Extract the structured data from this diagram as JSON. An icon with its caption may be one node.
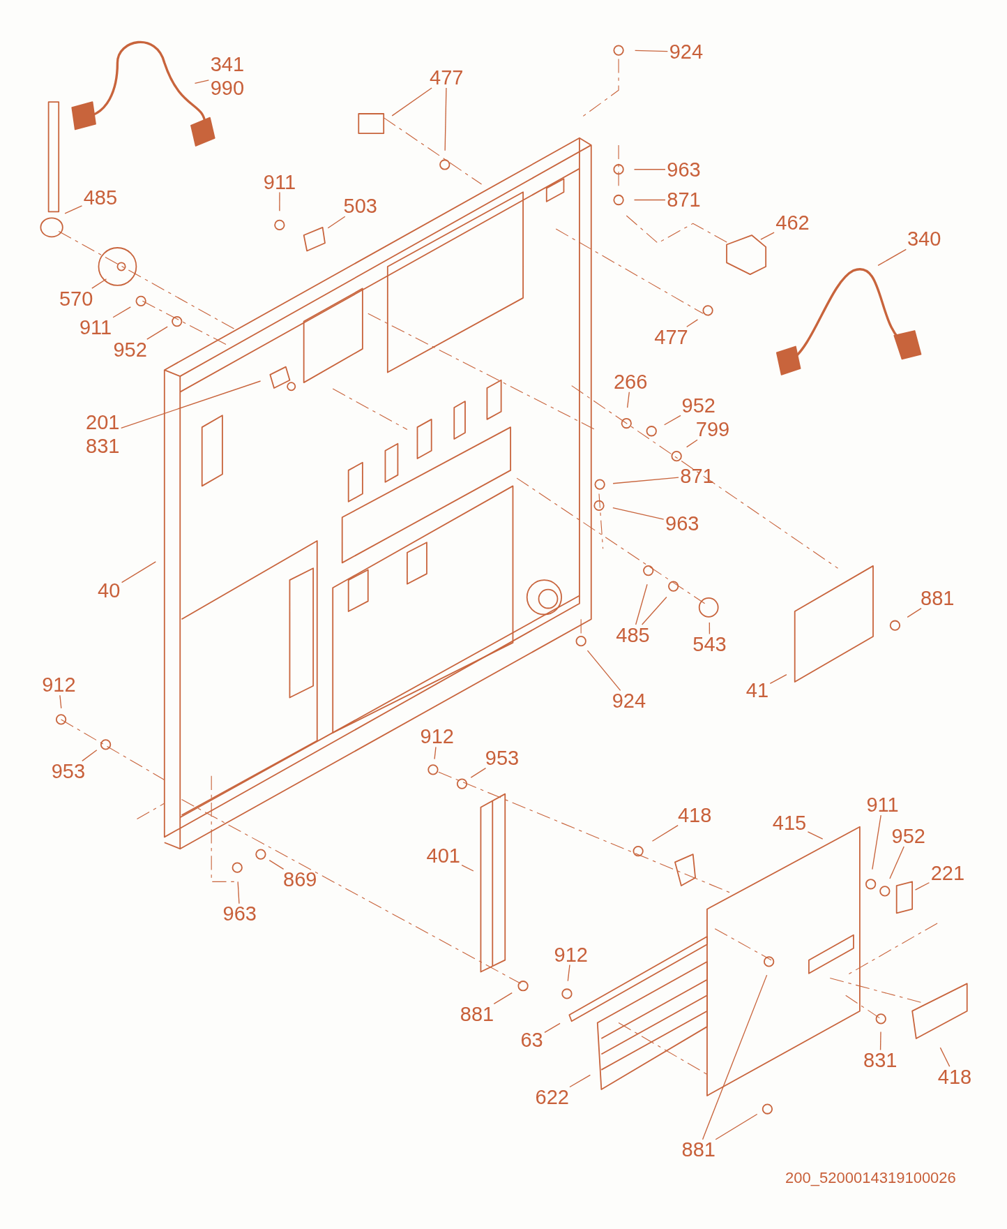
{
  "diagram": {
    "nodes": [
      {
        "text": [
          "341",
          "990"
        ]
      },
      {
        "text": [
          "924"
        ]
      },
      {
        "text": [
          "477"
        ]
      },
      {
        "text": [
          "911"
        ]
      },
      {
        "text": [
          "503"
        ]
      },
      {
        "text": [
          "485"
        ]
      },
      {
        "text": [
          "963"
        ]
      },
      {
        "text": [
          "871"
        ]
      },
      {
        "text": [
          "462"
        ]
      },
      {
        "text": [
          "340"
        ]
      },
      {
        "text": [
          "570"
        ]
      },
      {
        "text": [
          "911"
        ]
      },
      {
        "text": [
          "952"
        ]
      },
      {
        "text": [
          "477"
        ]
      },
      {
        "text": [
          "266"
        ]
      },
      {
        "text": [
          "952"
        ]
      },
      {
        "text": [
          "201",
          "831"
        ]
      },
      {
        "text": [
          "799"
        ]
      },
      {
        "text": [
          "871"
        ]
      },
      {
        "text": [
          "963"
        ]
      },
      {
        "text": [
          "40"
        ]
      },
      {
        "text": [
          "881"
        ]
      },
      {
        "text": [
          "485"
        ]
      },
      {
        "text": [
          "543"
        ]
      },
      {
        "text": [
          "41"
        ]
      },
      {
        "text": [
          "924"
        ]
      },
      {
        "text": [
          "912"
        ]
      },
      {
        "text": [
          "953"
        ]
      },
      {
        "text": [
          "912"
        ]
      },
      {
        "text": [
          "953"
        ]
      },
      {
        "text": [
          "418"
        ]
      },
      {
        "text": [
          "415"
        ]
      },
      {
        "text": [
          "911"
        ]
      },
      {
        "text": [
          "952"
        ]
      },
      {
        "text": [
          "221"
        ]
      },
      {
        "text": [
          "401"
        ]
      },
      {
        "text": [
          "869"
        ]
      },
      {
        "text": [
          "963"
        ]
      },
      {
        "text": [
          "912"
        ]
      },
      {
        "text": [
          "881"
        ]
      },
      {
        "text": [
          "63"
        ]
      },
      {
        "text": [
          "831"
        ]
      },
      {
        "text": [
          "418"
        ]
      },
      {
        "text": [
          "622"
        ]
      },
      {
        "text": [
          "881"
        ]
      }
    ],
    "edges": [
      {
        "from": 0,
        "to": null,
        "arrow": "none"
      },
      {
        "from": 1,
        "to": null,
        "arrow": "none"
      },
      {
        "from": 2,
        "to": null,
        "arrow": "none"
      },
      {
        "from": 2,
        "to": null,
        "arrow": "none"
      },
      {
        "from": 3,
        "to": null,
        "arrow": "none"
      },
      {
        "from": 4,
        "to": null,
        "arrow": "none"
      },
      {
        "from": 5,
        "to": null,
        "arrow": "none"
      },
      {
        "from": 6,
        "to": null,
        "arrow": "none"
      },
      {
        "from": 7,
        "to": null,
        "arrow": "none"
      },
      {
        "from": 8,
        "to": null,
        "arrow": "none"
      },
      {
        "from": 9,
        "to": null,
        "arrow": "none"
      },
      {
        "from": 10,
        "to": null,
        "arrow": "none"
      },
      {
        "from": 11,
        "to": null,
        "arrow": "none"
      },
      {
        "from": 12,
        "to": null,
        "arrow": "none"
      },
      {
        "from": 13,
        "to": null,
        "arrow": "none"
      },
      {
        "from": 14,
        "to": null,
        "arrow": "none"
      },
      {
        "from": 15,
        "to": null,
        "arrow": "none"
      },
      {
        "from": 16,
        "to": null,
        "arrow": "none"
      },
      {
        "from": 17,
        "to": null,
        "arrow": "none"
      },
      {
        "from": 18,
        "to": null,
        "arrow": "none"
      },
      {
        "from": 19,
        "to": null,
        "arrow": "none"
      },
      {
        "from": 20,
        "to": null,
        "arrow": "none"
      },
      {
        "from": 21,
        "to": null,
        "arrow": "none"
      },
      {
        "from": 22,
        "to": null,
        "arrow": "none"
      },
      {
        "from": 22,
        "to": null,
        "arrow": "none"
      },
      {
        "from": 23,
        "to": null,
        "arrow": "none"
      },
      {
        "from": 24,
        "to": null,
        "arrow": "none"
      },
      {
        "from": 25,
        "to": null,
        "arrow": "none"
      },
      {
        "from": 26,
        "to": null,
        "arrow": "none"
      },
      {
        "from": 27,
        "to": null,
        "arrow": "none"
      },
      {
        "from": 28,
        "to": null,
        "arrow": "none"
      },
      {
        "from": 29,
        "to": null,
        "arrow": "none"
      },
      {
        "from": 30,
        "to": null,
        "arrow": "none"
      },
      {
        "from": 31,
        "to": null,
        "arrow": "none"
      },
      {
        "from": 32,
        "to": null,
        "arrow": "none"
      },
      {
        "from": 33,
        "to": null,
        "arrow": "none"
      },
      {
        "from": 34,
        "to": null,
        "arrow": "none"
      },
      {
        "from": 35,
        "to": null,
        "arrow": "none"
      },
      {
        "from": 36,
        "to": null,
        "arrow": "none"
      },
      {
        "from": 37,
        "to": null,
        "arrow": "none"
      },
      {
        "from": 38,
        "to": null,
        "arrow": "none"
      },
      {
        "from": 39,
        "to": null,
        "arrow": "none"
      },
      {
        "from": 40,
        "to": null,
        "arrow": "none"
      },
      {
        "from": 41,
        "to": null,
        "arrow": "none"
      },
      {
        "from": 42,
        "to": null,
        "arrow": "none"
      },
      {
        "from": 43,
        "to": null,
        "arrow": "none"
      },
      {
        "from": 44,
        "to": null,
        "arrow": "none"
      },
      {
        "from": 44,
        "to": null,
        "arrow": "none"
      }
    ],
    "labels": [
      "200_5200014319100026"
    ]
  }
}
